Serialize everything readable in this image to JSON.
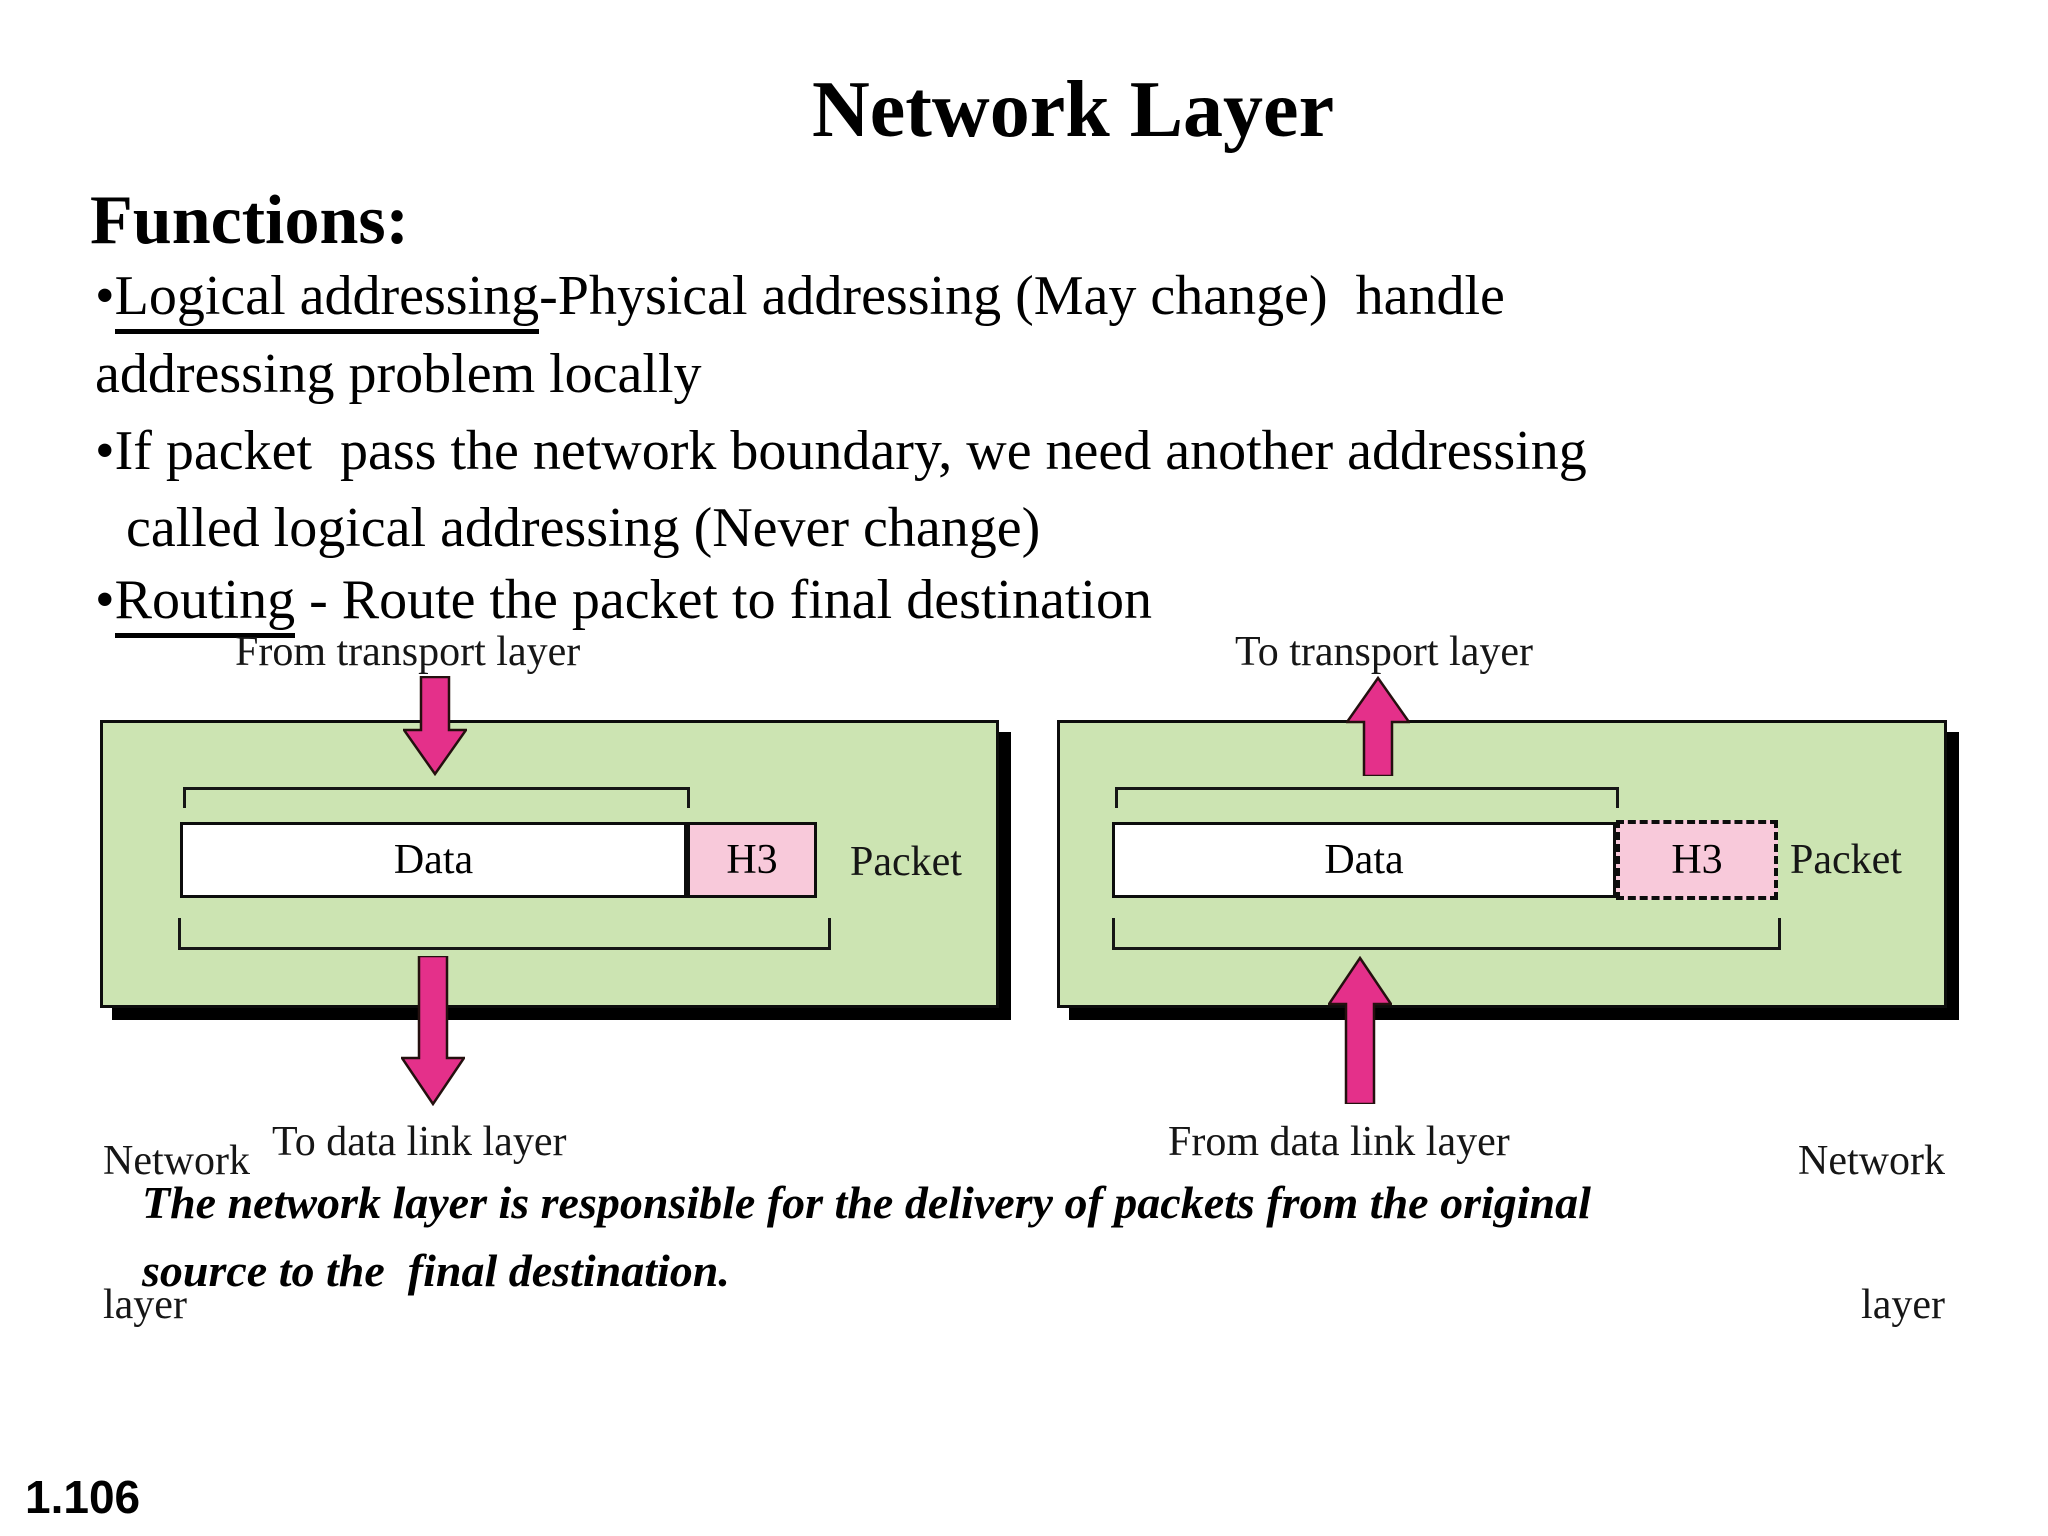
{
  "page": {
    "title": "Network Layer",
    "page_number": "1.106"
  },
  "functions": {
    "heading": "Functions:",
    "bullets": [
      {
        "prefix": "•",
        "underlined": "Logical addressing",
        "rest": "-Physical addressing (May change)  handle"
      },
      {
        "prefix": "",
        "underlined": "",
        "rest": "addressing problem locally"
      },
      {
        "prefix": "•",
        "underlined": "",
        "rest": "If packet  pass the network boundary, we need another addressing"
      },
      {
        "prefix": "",
        "underlined": "",
        "rest": " called logical addressing (Never change)"
      },
      {
        "prefix": "•",
        "underlined": "Routing",
        "rest": " - Route the packet to final destination"
      }
    ]
  },
  "diagram_left": {
    "top_label": "From transport layer",
    "data_label": "Data",
    "header_label": "H3",
    "packet_label": "Packet",
    "layer_label_line1": "Network",
    "layer_label_line2": "layer",
    "bottom_label": "To data link layer"
  },
  "diagram_right": {
    "top_label": "To transport layer",
    "data_label": "Data",
    "header_label": "H3",
    "packet_label": "Packet",
    "layer_label_line1": "Network",
    "layer_label_line2": "layer",
    "bottom_label": "From data link layer"
  },
  "caption": {
    "line1": "The network layer is responsible for the delivery of packets from the original",
    "line2": "source to the  final destination."
  },
  "colors": {
    "box_green": "#cce4b2",
    "header_pink": "#f8c9da",
    "arrow_magenta": "#e4308a",
    "border_black": "#161616"
  }
}
